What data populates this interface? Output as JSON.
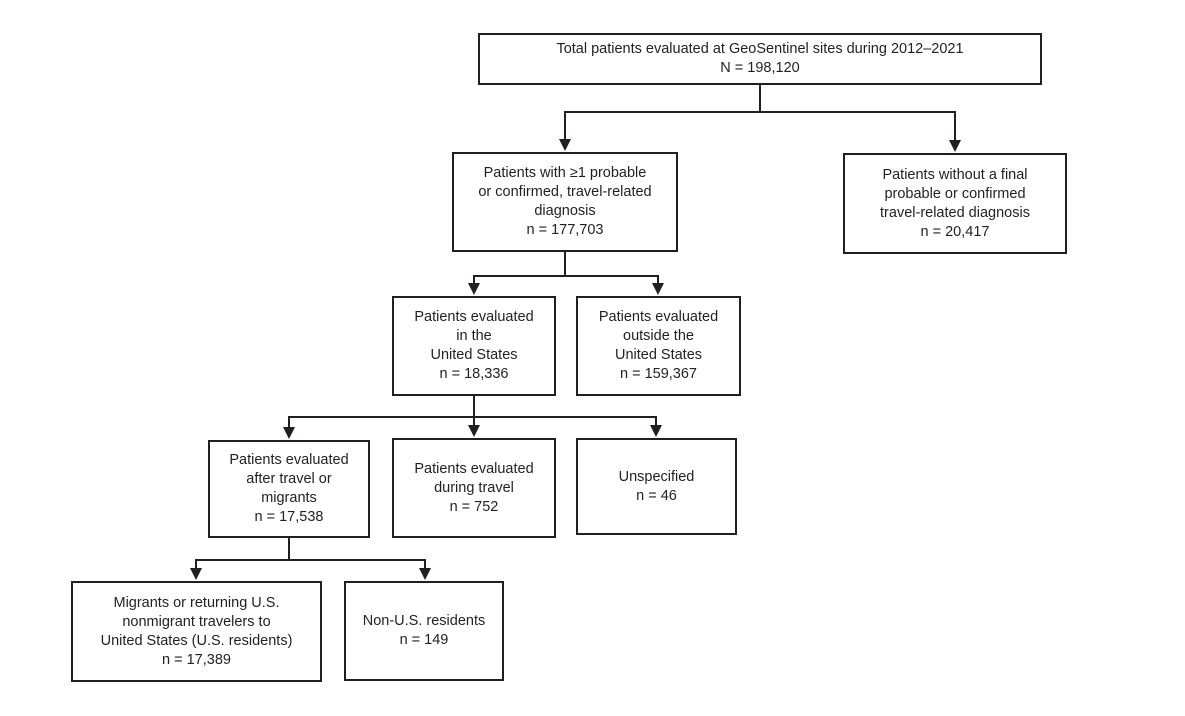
{
  "figure": {
    "type": "flowchart",
    "description": "Patient flow diagram, GeoSentinel surveillance 2012-2021",
    "background_color": "#ffffff",
    "line_color": "#231f20",
    "text_color": "#231f20"
  },
  "nodes": {
    "total": {
      "text": "Total patients evaluated at GeoSentinel sites during 2012–2021\nN = 198,120"
    },
    "travel_diagnosis": {
      "text": "Patients with ≥1 probable\nor confirmed, travel-related\ndiagnosis\nn = 177,703"
    },
    "no_diagnosis": {
      "text": "Patients without a final\nprobable or confirmed\ntravel-related diagnosis\nn = 20,417"
    },
    "in_us": {
      "text": "Patients evaluated\nin the\nUnited States\nn = 18,336"
    },
    "outside_us": {
      "text": "Patients evaluated\noutside the\nUnited States\nn = 159,367"
    },
    "after_travel": {
      "text": "Patients evaluated\nafter travel or\nmigrants\nn = 17,538"
    },
    "during_travel": {
      "text": "Patients evaluated\nduring travel\nn = 752"
    },
    "unspecified": {
      "text": "Unspecified\nn = 46"
    },
    "migrants_us_residents": {
      "text": "Migrants or returning U.S.\nnonmigrant travelers to\nUnited States (U.S. residents)\nn = 17,389"
    },
    "non_us_residents": {
      "text": "Non-U.S. residents\nn = 149"
    }
  },
  "edges": [
    {
      "from": "total",
      "to": "travel_diagnosis"
    },
    {
      "from": "total",
      "to": "no_diagnosis"
    },
    {
      "from": "travel_diagnosis",
      "to": "in_us"
    },
    {
      "from": "travel_diagnosis",
      "to": "outside_us"
    },
    {
      "from": "in_us",
      "to": "after_travel"
    },
    {
      "from": "in_us",
      "to": "during_travel"
    },
    {
      "from": "in_us",
      "to": "unspecified"
    },
    {
      "from": "after_travel",
      "to": "migrants_us_residents"
    },
    {
      "from": "after_travel",
      "to": "non_us_residents"
    }
  ]
}
